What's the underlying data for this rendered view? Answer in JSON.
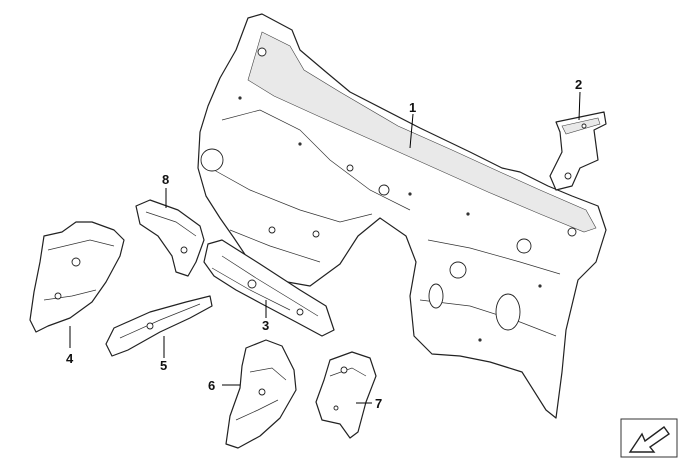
{
  "callouts": {
    "c1": "1",
    "c2": "2",
    "c3": "3",
    "c4": "4",
    "c5": "5",
    "c6": "6",
    "c7": "7",
    "c8": "8"
  },
  "icons": {
    "nav": "view-direction-arrow-icon"
  }
}
